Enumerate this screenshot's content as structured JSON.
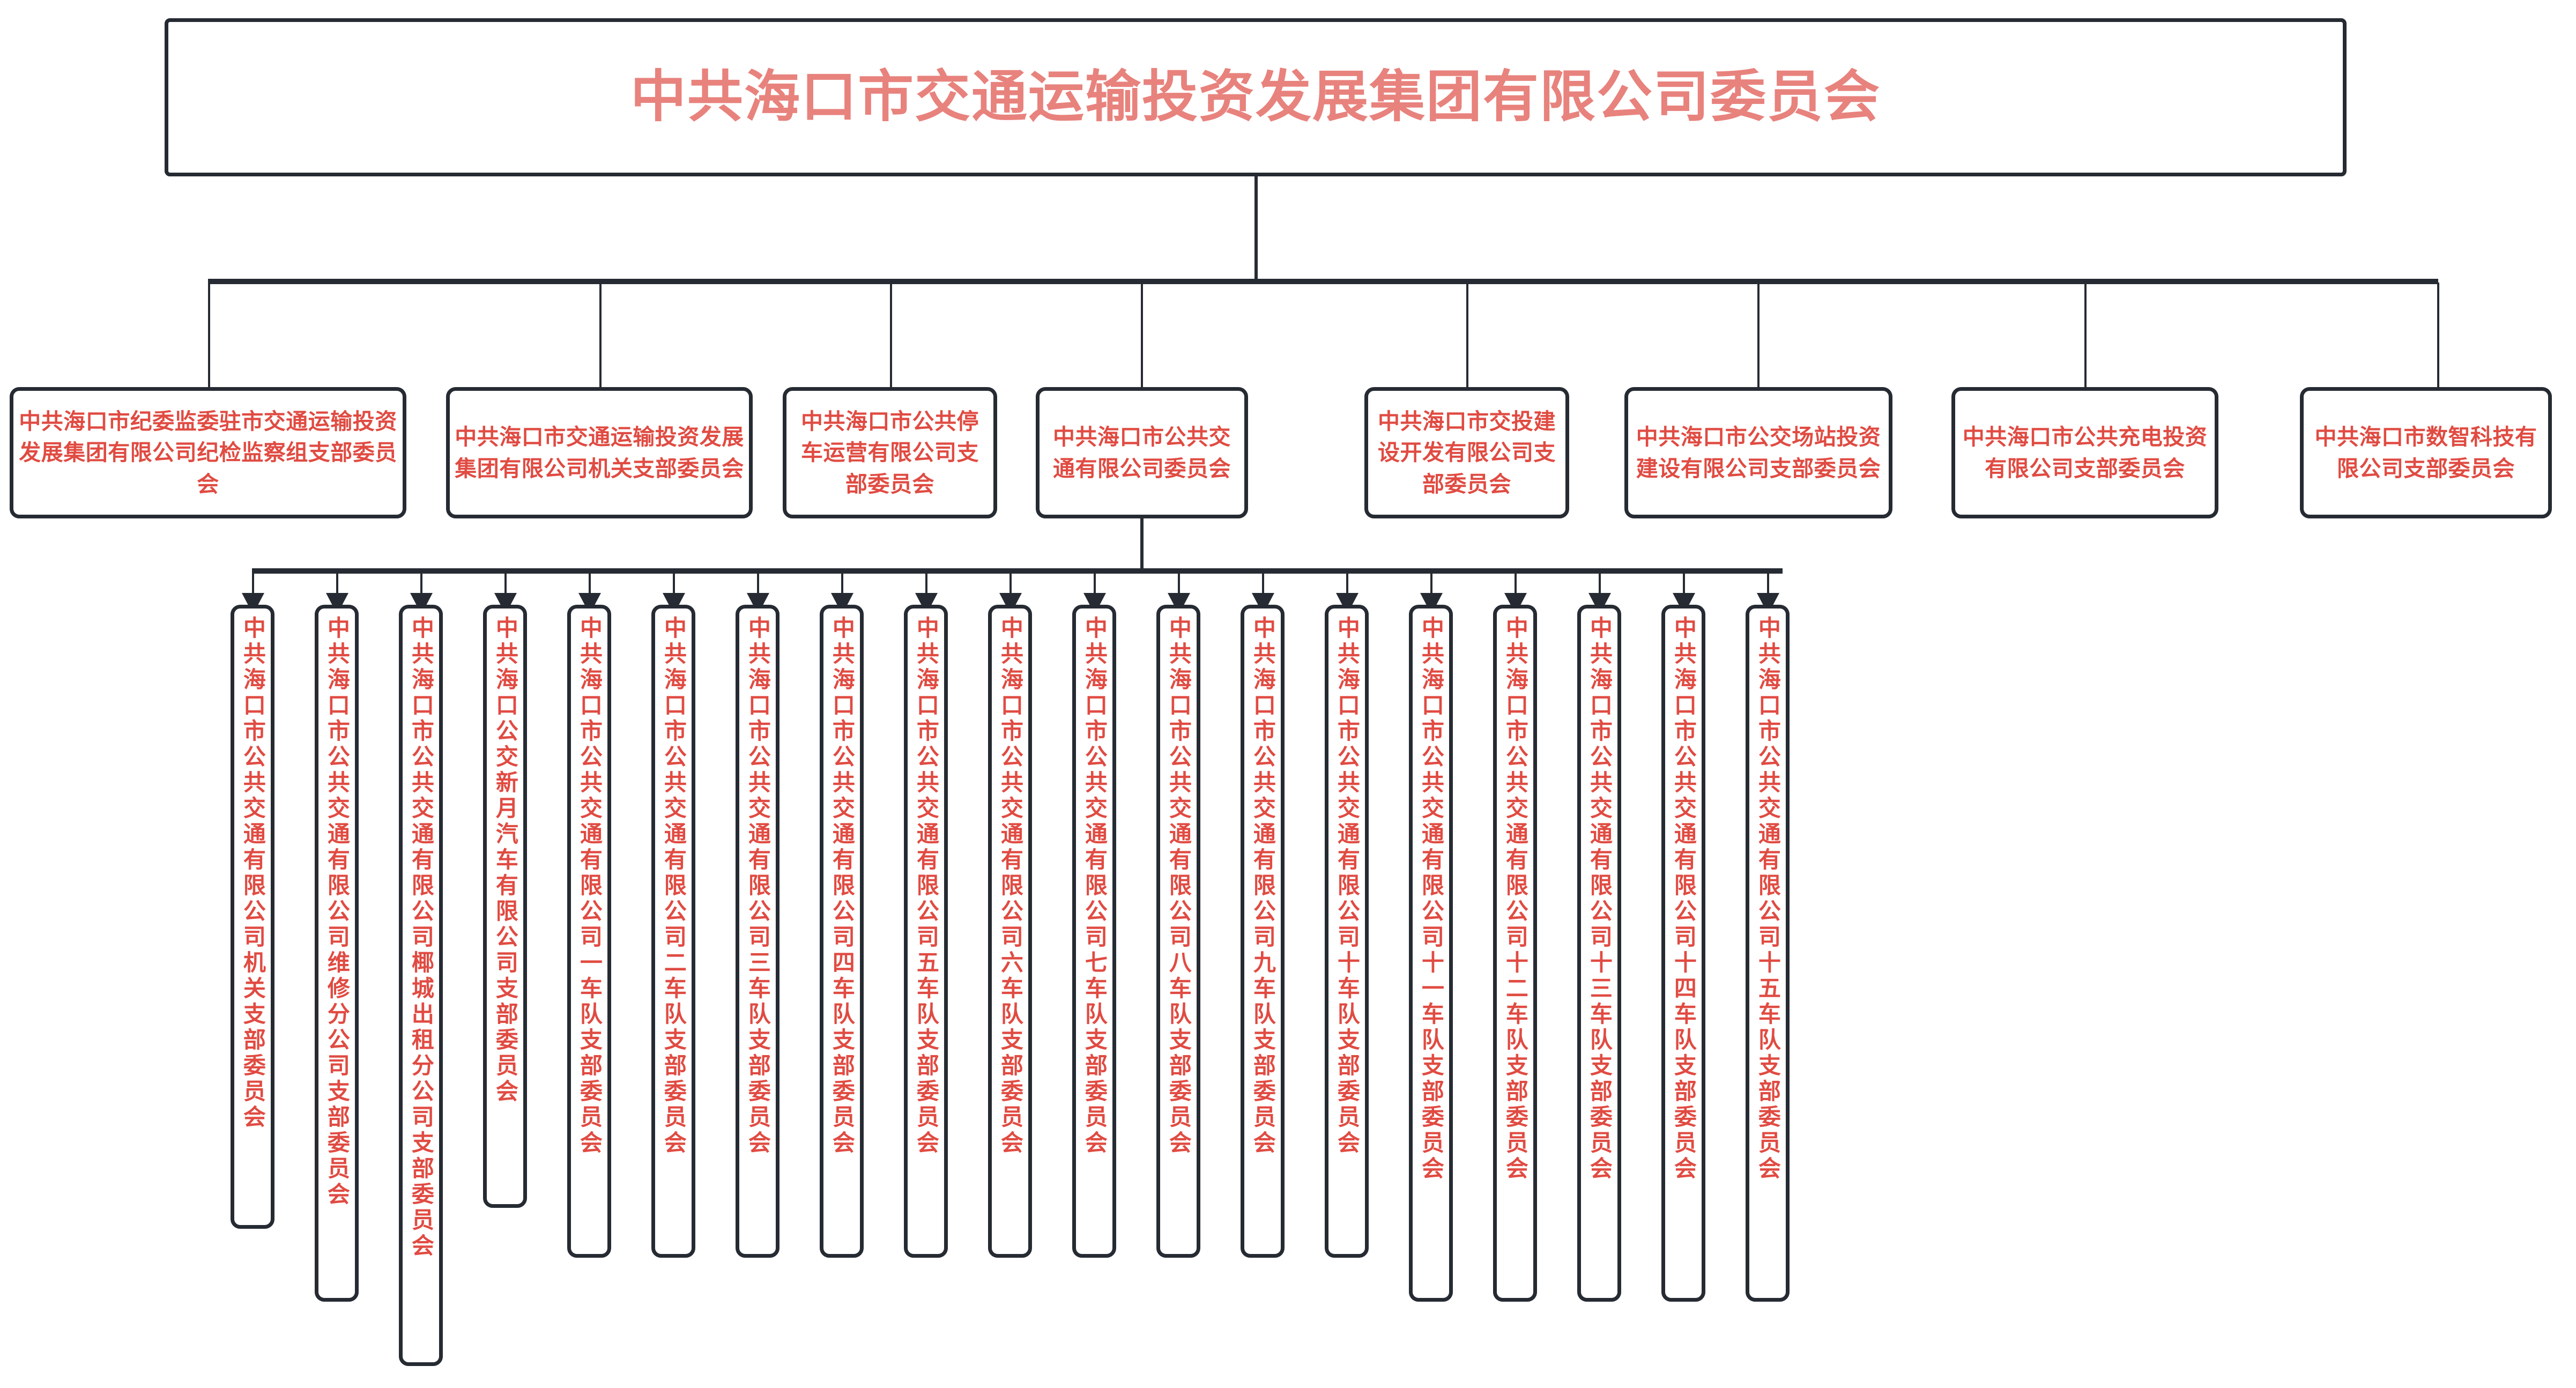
{
  "colors": {
    "title_red": "#e8827d",
    "body_red": "#e04b42",
    "line_dark": "#262b33",
    "background": "#ffffff"
  },
  "root": {
    "title": "中共海口市交通运输投资发展集团有限公司委员会"
  },
  "level2": [
    {
      "id": "jwjc",
      "label": "中共海口市纪委监委驻市交通运输投资发展集团有限公司纪检监察组支部委员会"
    },
    {
      "id": "jiguan",
      "label": "中共海口市交通运输投资发展集团有限公司机关支部委员会"
    },
    {
      "id": "tingche",
      "label": "中共海口市公共停车运营有限公司支部委员会"
    },
    {
      "id": "gongjiao",
      "label": "中共海口市公共交通有限公司委员会"
    },
    {
      "id": "jiaotou",
      "label": "中共海口市交投建设开发有限公司支部委员会"
    },
    {
      "id": "changzhan",
      "label": "中共海口市公交场站投资建设有限公司支部委员会"
    },
    {
      "id": "chongdian",
      "label": "中共海口市公共充电投资有限公司支部委员会"
    },
    {
      "id": "shuzhi",
      "label": "中共海口市数智科技有限公司支部委员会"
    }
  ],
  "level3_parent": "gongjiao",
  "level3": [
    {
      "id": "c01",
      "label": "中共海口市公共交通有限公司机关支部委员会"
    },
    {
      "id": "c02",
      "label": "中共海口市公共交通有限公司维修分公司支部委员会"
    },
    {
      "id": "c03",
      "label": "中共海口市公共交通有限公司椰城出租分公司支部委员会"
    },
    {
      "id": "c04",
      "label": "中共海口公交新月汽车有限公司支部委员会"
    },
    {
      "id": "c05",
      "label": "中共海口市公共交通有限公司一车队支部委员会"
    },
    {
      "id": "c06",
      "label": "中共海口市公共交通有限公司二车队支部委员会"
    },
    {
      "id": "c07",
      "label": "中共海口市公共交通有限公司三车队支部委员会"
    },
    {
      "id": "c08",
      "label": "中共海口市公共交通有限公司四车队支部委员会"
    },
    {
      "id": "c09",
      "label": "中共海口市公共交通有限公司五车队支部委员会"
    },
    {
      "id": "c10",
      "label": "中共海口市公共交通有限公司六车队支部委员会"
    },
    {
      "id": "c11",
      "label": "中共海口市公共交通有限公司七车队支部委员会"
    },
    {
      "id": "c12",
      "label": "中共海口市公共交通有限公司八车队支部委员会"
    },
    {
      "id": "c13",
      "label": "中共海口市公共交通有限公司九车队支部委员会"
    },
    {
      "id": "c14",
      "label": "中共海口市公共交通有限公司十车队支部委员会"
    },
    {
      "id": "c15",
      "label": "中共海口市公共交通有限公司十一车队支部委员会"
    },
    {
      "id": "c16",
      "label": "中共海口市公共交通有限公司十二车队支部委员会"
    },
    {
      "id": "c17",
      "label": "中共海口市公共交通有限公司十三车队支部委员会"
    },
    {
      "id": "c18",
      "label": "中共海口市公共交通有限公司十四车队支部委员会"
    },
    {
      "id": "c19",
      "label": "中共海口市公共交通有限公司十五车队支部委员会"
    }
  ]
}
